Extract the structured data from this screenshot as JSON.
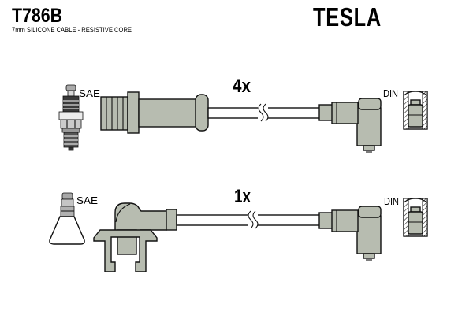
{
  "header": {
    "part_number": "T786B",
    "subtitle": "7mm SILICONE CABLE - RESISTIVE CORE",
    "brand_logo": "TESLA"
  },
  "diagram": {
    "rows": [
      {
        "quantity": "4x",
        "plug_end_label": "SAE",
        "terminal_end_label": "DIN"
      },
      {
        "quantity": "1x",
        "plug_end_label": "SAE",
        "terminal_end_label": "DIN"
      }
    ]
  },
  "colors": {
    "connector_fill": "#b7bcb0",
    "brand_logo_gray": "#adb3a8",
    "outline": "#111111",
    "background": "#ffffff"
  }
}
